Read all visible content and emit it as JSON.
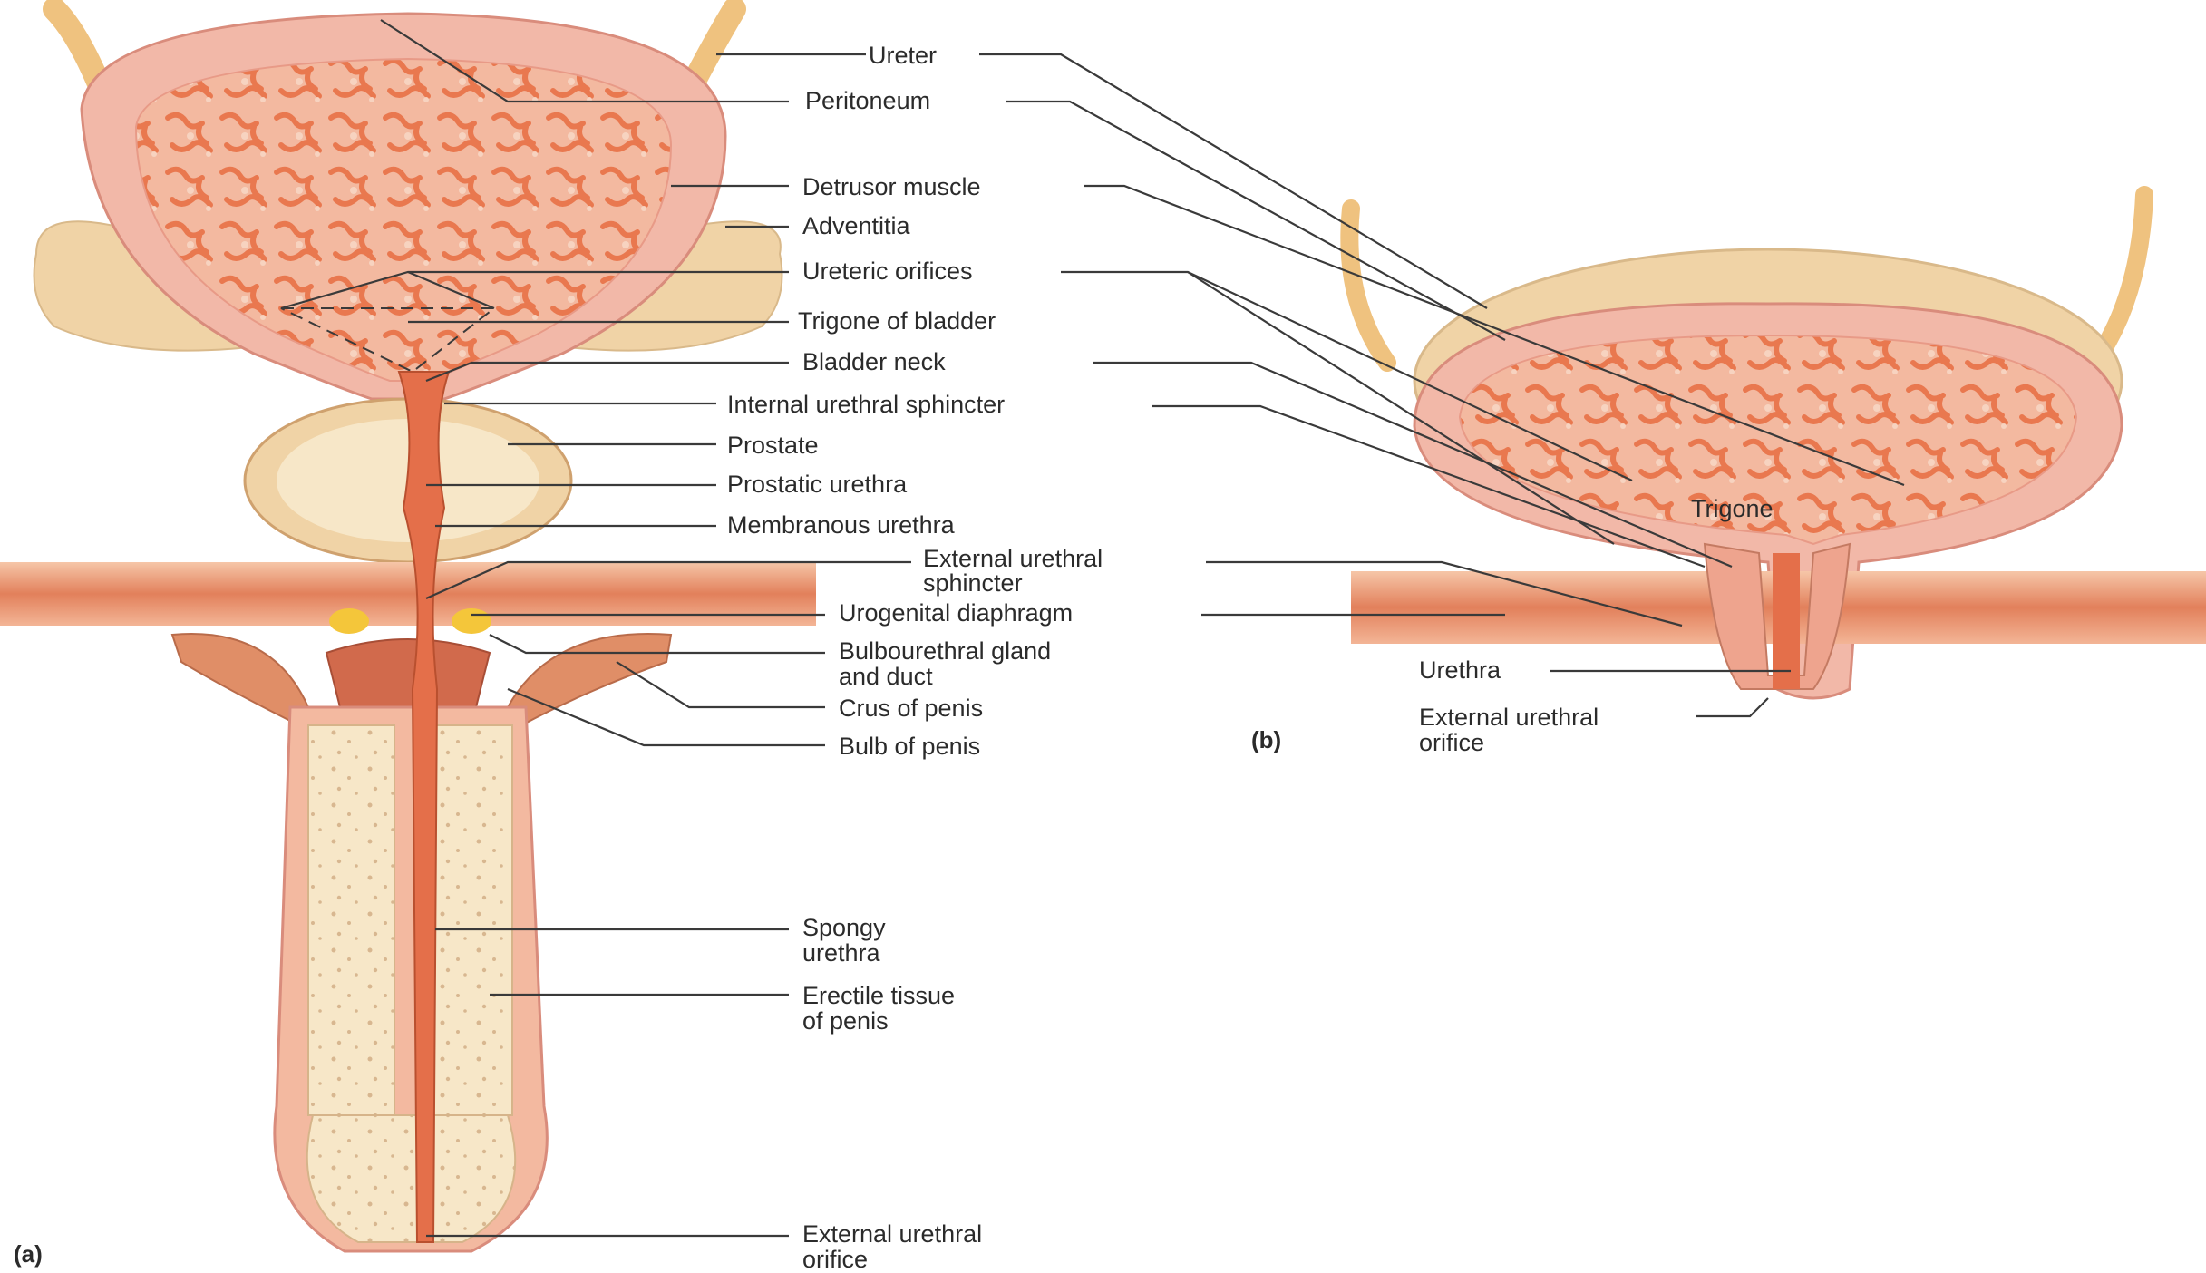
{
  "figure": {
    "panel_a": "(a)",
    "panel_b": "(b)"
  },
  "labels_a": {
    "ureter": "Ureter",
    "peritoneum": "Peritoneum",
    "detrusor": "Detrusor muscle",
    "adventitia": "Adventitia",
    "ureteric_orifices": "Ureteric orifices",
    "trigone_of_bladder": "Trigone of bladder",
    "bladder_neck": "Bladder neck",
    "internal_sphincter": "Internal urethral sphincter",
    "prostate": "Prostate",
    "prostatic_urethra": "Prostatic urethra",
    "membranous_urethra": "Membranous urethra",
    "external_sphincter_1": "External urethral",
    "external_sphincter_2": "sphincter",
    "urogenital_diaphragm": "Urogenital diaphragm",
    "bulbourethral_1": "Bulbourethral gland",
    "bulbourethral_2": "and duct",
    "crus": "Crus of penis",
    "bulb": "Bulb of penis",
    "spongy_1": "Spongy",
    "spongy_2": "urethra",
    "erectile_1": "Erectile tissue",
    "erectile_2": "of penis",
    "ext_orifice_1": "External urethral",
    "ext_orifice_2": "orifice"
  },
  "labels_b": {
    "trigone": "Trigone",
    "urethra": "Urethra",
    "ext_orifice_1": "External urethral",
    "ext_orifice_2": "orifice"
  },
  "colors": {
    "tissue_pink": "#e9a79a",
    "lumen_orange": "#e9784f",
    "muscle_red": "#d9573a",
    "tan": "#f0d3a6",
    "ureter_tan": "#efc27f",
    "erectile_cream": "#f7e7c8"
  }
}
